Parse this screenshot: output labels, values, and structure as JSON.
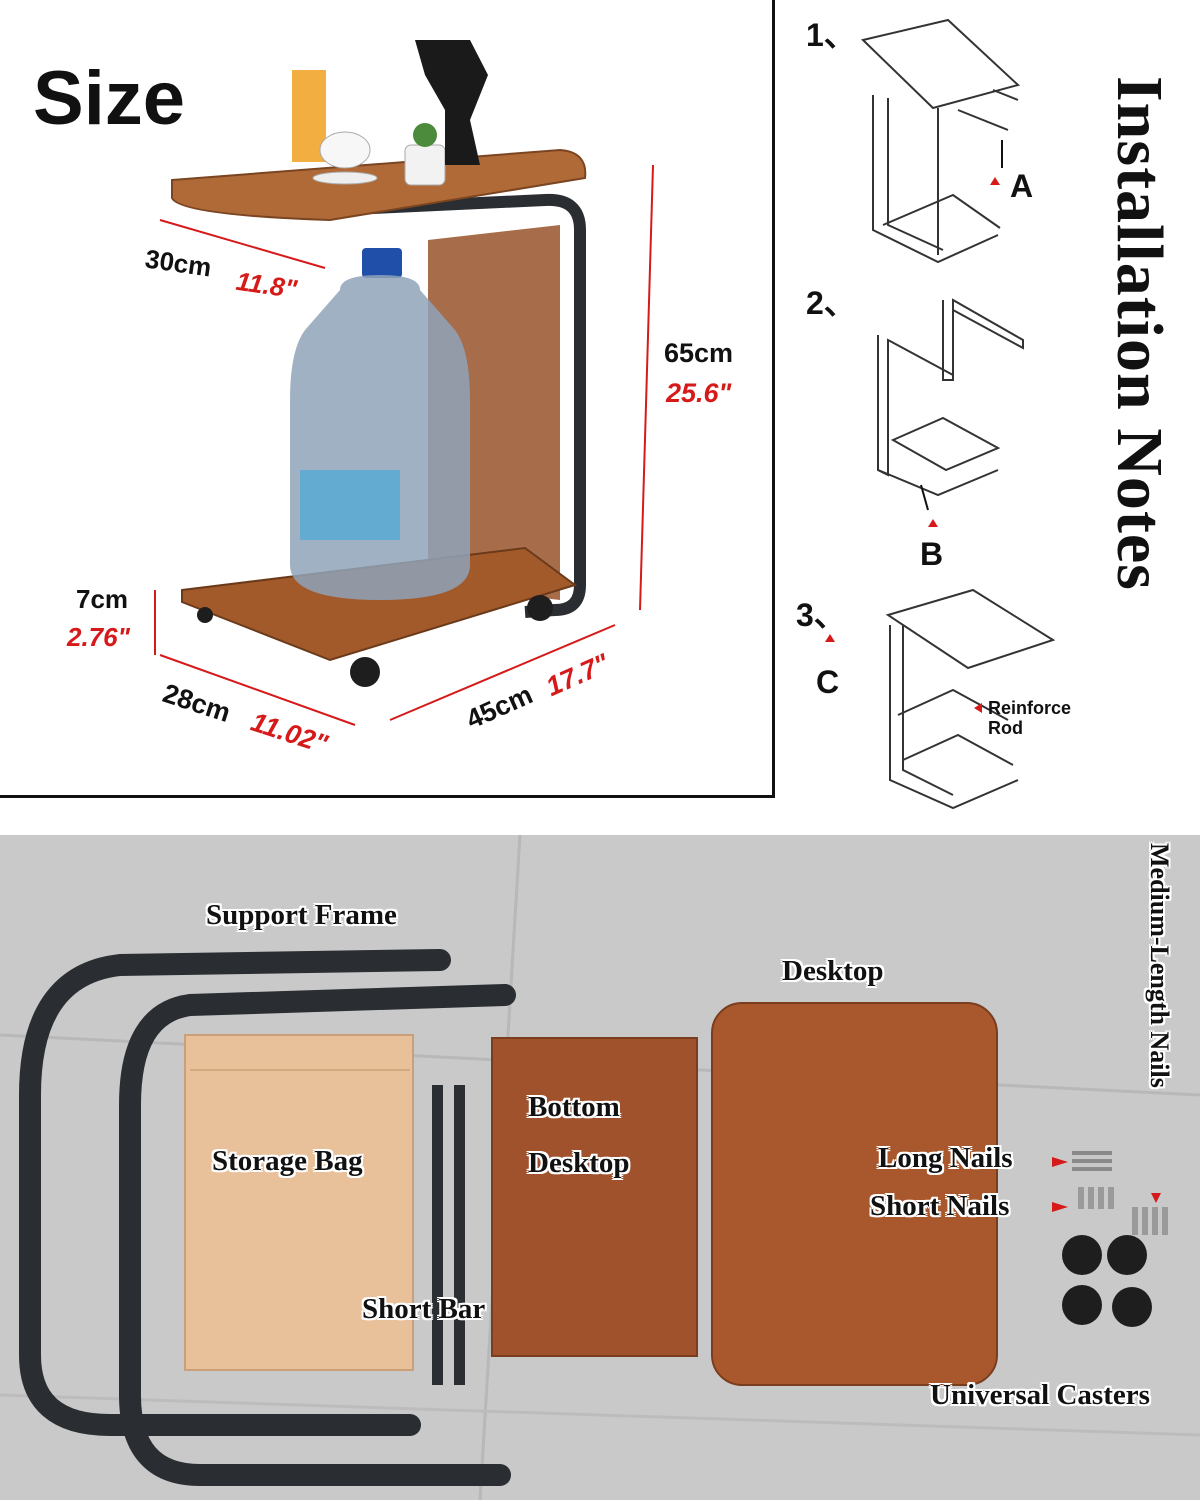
{
  "size_panel": {
    "title": "Size",
    "width_cm": "30cm",
    "width_in": "11.8\"",
    "height_cm": "65cm",
    "height_in": "25.6\"",
    "clearance_cm": "7cm",
    "clearance_in": "2.76\"",
    "depth_cm": "28cm",
    "depth_in": "11.02\"",
    "length_cm": "45cm",
    "length_in": "17.7\""
  },
  "installation": {
    "title": "Installation Notes",
    "step1": "1、",
    "step2": "2、",
    "step3": "3、",
    "label_a": "A",
    "label_b": "B",
    "label_c": "C",
    "reinforce_line1": "Reinforce",
    "reinforce_line2": "Rod"
  },
  "parts": {
    "support_frame": "Support Frame",
    "desktop": "Desktop",
    "medium_nails": "Medium-Length Nails",
    "storage_bag": "Storage Bag",
    "bottom_line1": "Bottom",
    "bottom_line2": "Desktop",
    "long_nails": "Long Nails",
    "short_nails": "Short Nails",
    "short_bar": "Short Bar",
    "universal_casters": "Universal Casters"
  },
  "colors": {
    "wood": "#a0522d",
    "frame": "#2a2d31",
    "dimension_red": "#d61a1a",
    "floor": "#c9c9c9"
  }
}
